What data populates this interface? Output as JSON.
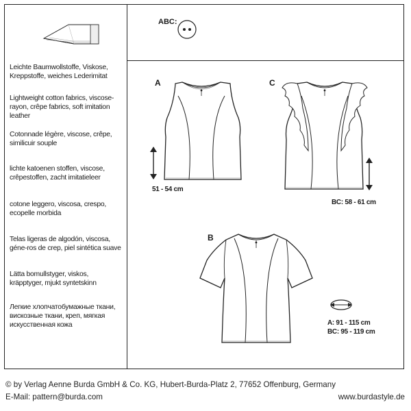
{
  "fabrics": [
    {
      "lang": "de",
      "text": "Leichte Baumwollstoffe, Viskose, Kreppstoffe, weiches Lederimitat"
    },
    {
      "lang": "en",
      "text": "Lightweight cotton fabrics, viscose-rayon, crêpe fabrics, soft imitation leather"
    },
    {
      "lang": "fr",
      "text": "Cotonnade légère, viscose, crêpe, similicuir souple"
    },
    {
      "lang": "nl",
      "text": "lichte katoenen stoffen, viscose, crêpestoffen, zacht imitatieleer"
    },
    {
      "lang": "it",
      "text": "cotone leggero, viscosa, crespo, ecopelle morbida"
    },
    {
      "lang": "es",
      "text": "Telas ligeras de algodón, viscosa, géne-ros de crep, piel sintética suave"
    },
    {
      "lang": "sv",
      "text": "Lätta bomullstyger, viskos, kräpptyger, mjukt syntetskinn"
    },
    {
      "lang": "ru",
      "text": "Легкие хлопчатобумажные ткани, вискозные ткани, креп, мягкая искусственная кожа"
    }
  ],
  "notions": {
    "abc_label": "ABC:"
  },
  "views": {
    "a": {
      "letter": "A",
      "length": "51 - 54 cm"
    },
    "c": {
      "letter": "C",
      "length": "BC: 58  - 61 cm"
    },
    "b": {
      "letter": "B"
    }
  },
  "hem_width": {
    "a": "A: 91 - 115 cm",
    "bc": "BC: 95 - 119 cm"
  },
  "footer": {
    "copyright": "© by Verlag Aenne Burda GmbH & Co. KG, Hubert-Burda-Platz 2, 77652 Offenburg, Germany",
    "email": "E-Mail: pattern@burda.com",
    "website": "www.burdastyle.de"
  }
}
